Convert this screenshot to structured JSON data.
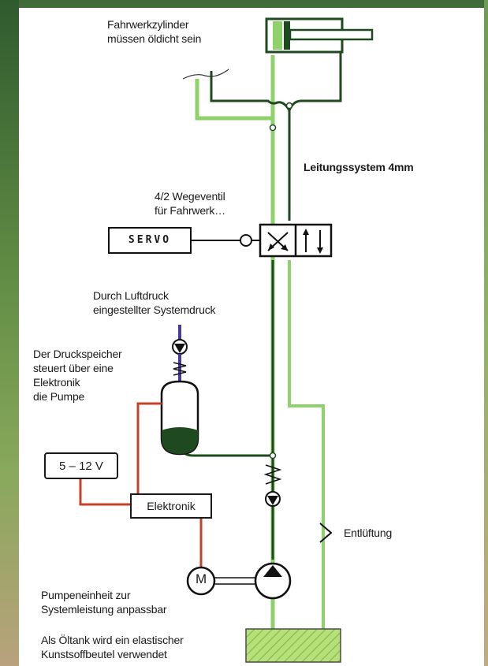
{
  "labels": {
    "cylinder": [
      "Fahrwerkzylinder",
      "müssen öldicht sein"
    ],
    "line_system": "Leitungssystem 4mm",
    "valve": [
      "4/2 Wegeventil",
      "für Fahrwerk…"
    ],
    "servo": "SERVO",
    "system_pressure": [
      "Durch Luftdruck",
      "eingestellter Systemdruck"
    ],
    "accumulator": [
      "Der Druckspeicher",
      "steuert über eine",
      "Elektronik",
      "die Pumpe"
    ],
    "voltage": "5 – 12 V",
    "electronics": "Elektronik",
    "vent": "Entlüftung",
    "motor": "M",
    "pump": [
      "Pumpeneinheit zur",
      "Systemleistung anpassbar"
    ],
    "tank": [
      "Als Öltank wird ein elastischer",
      "Kunstsoffbeutel verwendet"
    ]
  },
  "colors": {
    "light_green_line": "#8fd16a",
    "dark_green_line": "#1f4a1f",
    "red_wire": "#c8402a",
    "tank_fill": "#b8e07a"
  }
}
